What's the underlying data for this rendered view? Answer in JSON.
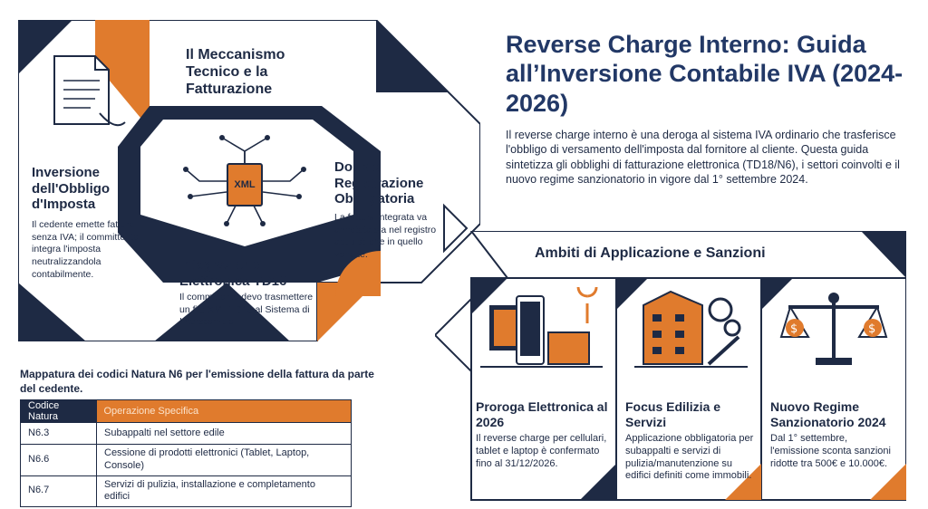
{
  "header": {
    "title": "Reverse Charge Interno: Guida all’Inversione Contabile IVA (2024-2026)",
    "intro": "Il reverse charge interno è una deroga al sistema IVA ordinario che trasferisce l'obbligo di versamento dell'imposta dal fornitore al cliente. Questa guida sintetizza gli obblighi di fatturazione elettronica (TD18/N6), i settori coinvolti e il nuovo regime sanzionatorio in vigore dal 1° settembre 2024."
  },
  "diagram": {
    "title": "Il Meccanismo Tecnico e la Fatturazione",
    "chip_label": "XML",
    "inversione": {
      "title": "Inversione dell'Obbligo d'Imposta",
      "body": "Il cedente emette fattura senza IVA; il committente integra l'imposta neutralizzandola contabilmente."
    },
    "integrazione": {
      "title": "Integrazione Elettronica TD16",
      "body": "Il committente devo trasmettere un file XML TD16 al Sistema di Interscambio."
    },
    "doppia": {
      "title": "Doppia Registrazione Obbligatoria",
      "body": "La fattura integrata va annotata sia nel registro acquisti che in quello vendite."
    }
  },
  "ambiti": {
    "title": "Ambiti di Applicazione e Sanzioni",
    "cards": [
      {
        "icon": "electronics-icon",
        "title": "Proroga Elettronica al 2026",
        "body": "Il reverse charge per cellulari, tablet e laptop è confermato fino al 31/12/2026."
      },
      {
        "icon": "building-tools-icon",
        "title": "Focus Edilizia e Servizi",
        "body": "Applicazione obbligatoria per subappalti e servizi di pulizia/manutenzione su edifici definiti come immobili."
      },
      {
        "icon": "scales-icon",
        "title": "Nuovo Regime Sanzionatorio 2024",
        "body": "Dal 1° settembre, l'emissione sconta sanzioni ridotte tra 500€ e 10.000€."
      }
    ]
  },
  "table": {
    "caption": "Mappatura dei codici Natura N6 per l'emissione della fattura da parte del cedente.",
    "headers": [
      "Codice Natura",
      "Operazione Specifica"
    ],
    "rows": [
      [
        "N6.3",
        "Subappalti nel settore edile"
      ],
      [
        "N6.6",
        "Cessione di prodotti elettronici (Tablet, Laptop, Console)"
      ],
      [
        "N6.7",
        "Servizi di pulizia, installazione e completamento edifici"
      ]
    ]
  },
  "colors": {
    "navy": "#1e2a44",
    "orange": "#e07b2d",
    "title_blue": "#223866"
  }
}
